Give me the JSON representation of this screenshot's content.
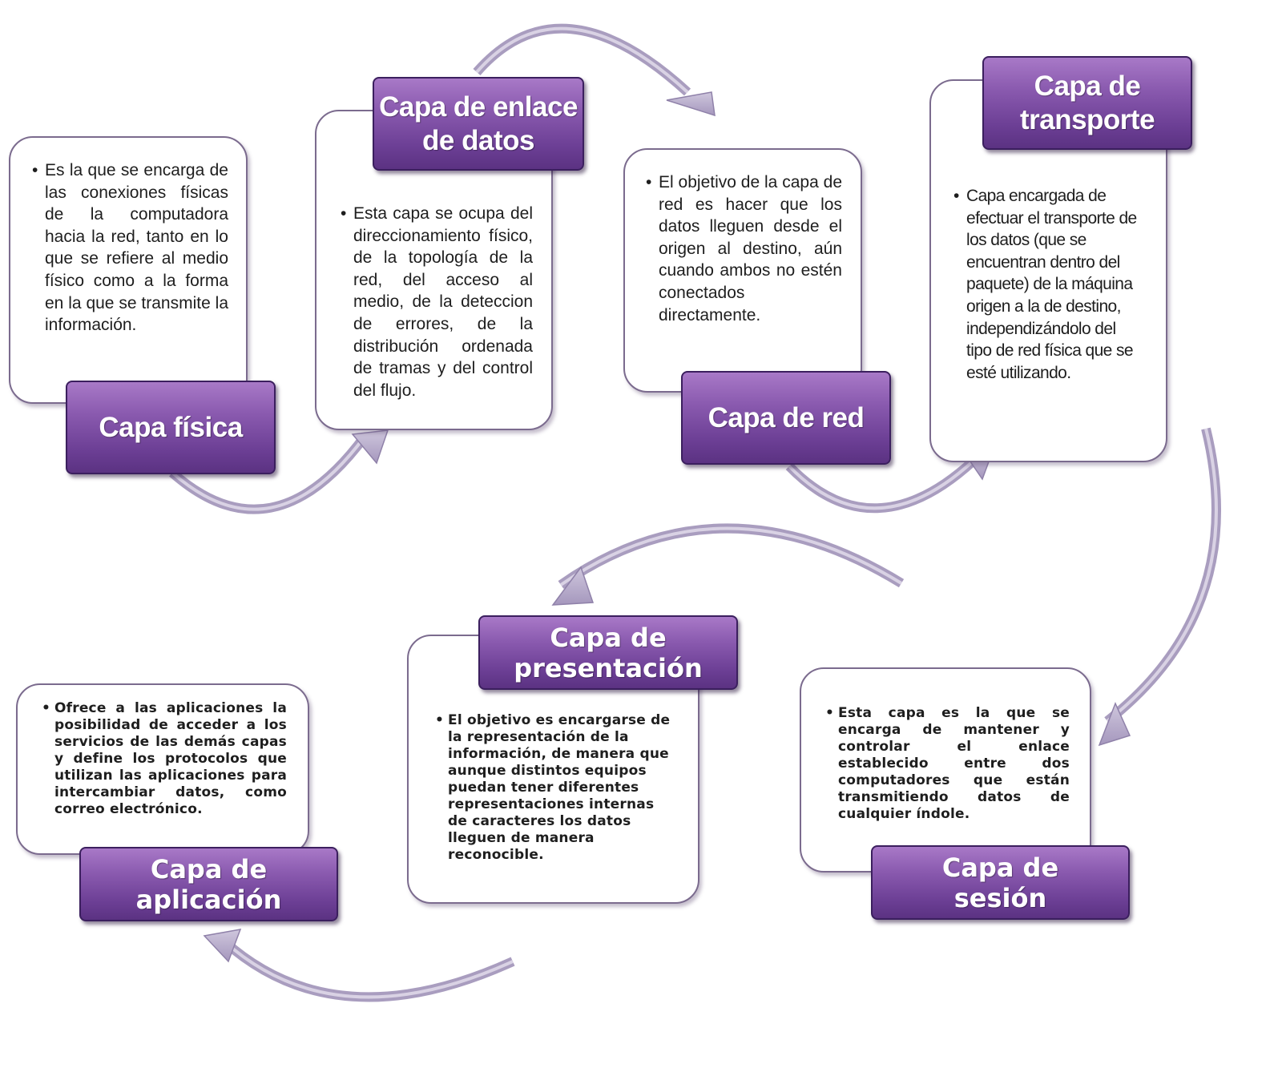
{
  "layers": {
    "fisica": {
      "title": "Capa física",
      "text": "Es la que se encarga de las conexiones físicas de la computadora hacia la red, tanto en lo que se refiere al medio físico como a la forma en la que se transmite la información."
    },
    "enlace": {
      "title_line1": "Capa de enlace",
      "title_line2": "de datos",
      "text": "Esta capa se ocupa del direccionamiento físico, de la topología de la red, del acceso al medio, de la deteccion de errores, de la distribución ordenada de tramas y del control del flujo."
    },
    "red": {
      "title": "Capa de red",
      "text": "El objetivo de la capa de red es hacer que los datos lleguen desde el origen al destino, aún cuando ambos no estén conectados directamente."
    },
    "transporte": {
      "title_line1": "Capa de",
      "title_line2": "transporte",
      "text": "Capa encargada de efectuar el transporte de los datos (que se encuentran dentro del paquete) de la máquina origen a la de destino, independizándolo del tipo de red física que se esté utilizando."
    },
    "sesion": {
      "title_line1": "Capa de",
      "title_line2": "sesión",
      "text": "Esta capa es la que se encarga de mantener y controlar el enlace establecido entre dos computadores que están transmitiendo datos de cualquier índole."
    },
    "presentacion": {
      "title_line1": "Capa de",
      "title_line2": "presentación",
      "text": "El objetivo es encargarse de la representación de la información, de manera que aunque distintos equipos puedan tener diferentes representaciones internas de caracteres los datos lleguen de manera reconocible."
    },
    "aplicacion": {
      "title_line1": "Capa de",
      "title_line2": "aplicación",
      "text": "Ofrece a las aplicaciones la posibilidad de acceder a los servicios de las demás capas y define los protocolos que utilizan las aplicaciones para intercambiar datos, como correo electrónico."
    }
  },
  "bullet": "•",
  "colors": {
    "tab_fill": "#7a4ca3",
    "tab_border": "#3b1f5e",
    "arrow": "#b8aecb",
    "box_border": "#7b6b8e"
  }
}
